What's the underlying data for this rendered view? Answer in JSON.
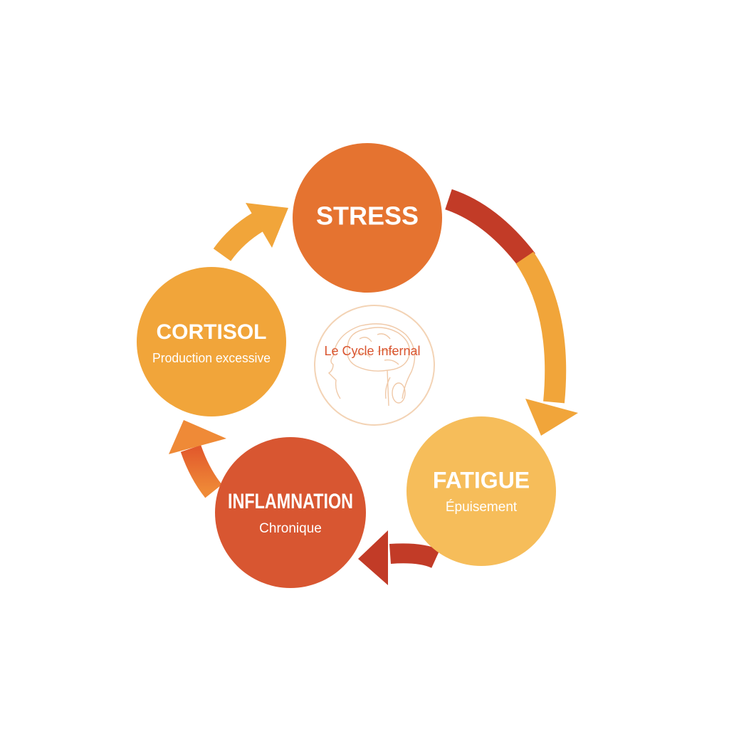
{
  "center": {
    "label": "Le Cycle Infernal",
    "icon": "head-brain-icon",
    "label_color": "#d9542f",
    "ring_color": "#f3d3b5",
    "icon_color": "#f0c9a8"
  },
  "nodes": [
    {
      "id": "stress",
      "title": "STRESS",
      "subtitle": "",
      "color": "#e57330"
    },
    {
      "id": "fatigue",
      "title": "FATIGUE",
      "subtitle": "Épuisement",
      "color": "#f6bd5a"
    },
    {
      "id": "inflammation",
      "title": "INFLAMNATION",
      "subtitle": "Chronique",
      "color": "#d85631"
    },
    {
      "id": "cortisol",
      "title": "CORTISOL",
      "subtitle": "Production excessive",
      "color": "#f1a53a"
    }
  ],
  "arrows": [
    {
      "from": "stress",
      "to": "fatigue",
      "colors": [
        "#c23b27",
        "#f1a53a"
      ]
    },
    {
      "from": "fatigue",
      "to": "inflammation",
      "colors": [
        "#c23b27"
      ]
    },
    {
      "from": "inflammation",
      "to": "cortisol",
      "colors": [
        "#e25a2c",
        "#ef8a37"
      ]
    },
    {
      "from": "cortisol",
      "to": "stress",
      "colors": [
        "#f1a53a"
      ]
    }
  ]
}
